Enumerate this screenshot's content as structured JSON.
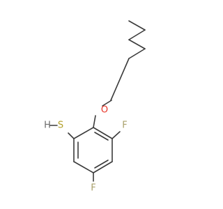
{
  "molecule": {
    "atoms": {
      "oxygen": {
        "symbol": "O",
        "color": "#e8372a"
      },
      "fluorine_right": {
        "symbol": "F",
        "color": "#a8a06a"
      },
      "fluorine_bottom": {
        "symbol": "F",
        "color": "#a8a06a"
      },
      "thiol_h": {
        "symbol": "H",
        "color": "#6b6b6b"
      },
      "thiol_s": {
        "symbol": "S",
        "color": "#b3a12c"
      }
    },
    "bond_color": "#3a3a3a"
  }
}
